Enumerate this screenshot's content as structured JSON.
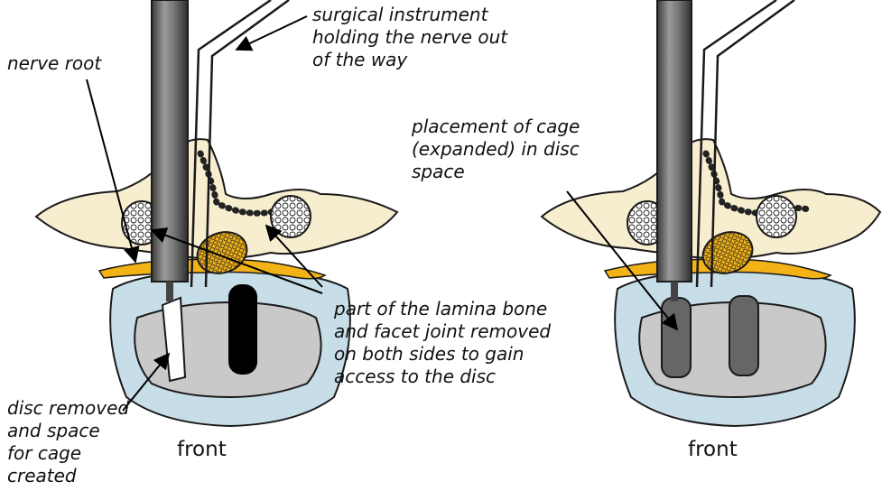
{
  "labels": {
    "surgical_instrument": "surgical instrument\nholding the nerve out\nof the way",
    "nerve_root": "nerve root",
    "cage_placement": "placement of cage\n(expanded) in disc\nspace",
    "lamina_removed": "part of the lamina bone\nand facet joint removed\non both sides to gain\naccess to the disc",
    "disc_removed": "disc removed\nand space\nfor cage\ncreated",
    "front_left": "front",
    "front_right": "front"
  },
  "colors": {
    "bone": "#f7edcf",
    "bone_outline": "#1a1a1a",
    "nerve": "#f3b316",
    "disc_outer": "#c7dde8",
    "disc_inner": "#c9c9c9",
    "instrument": "#6e6e6e",
    "cage_expanded": "#666666",
    "cage_black": "#000000"
  }
}
